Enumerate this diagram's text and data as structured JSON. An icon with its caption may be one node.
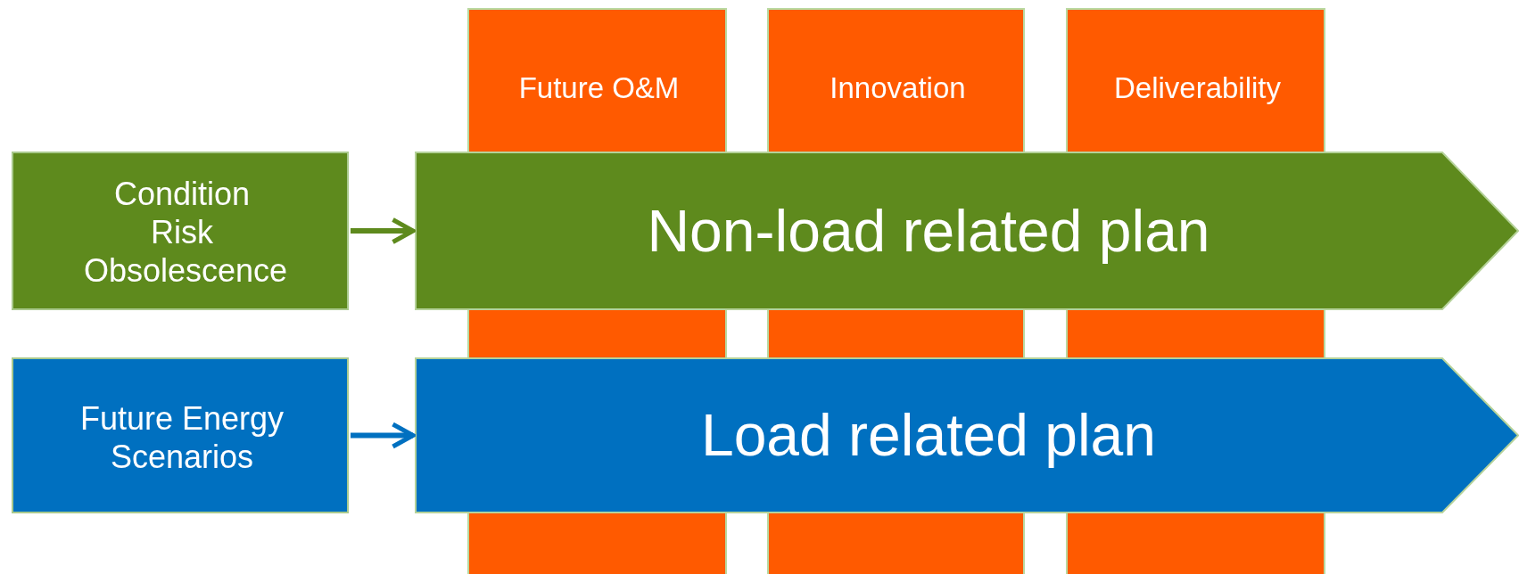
{
  "diagram": {
    "nodes": [
      {
        "text": [
          "Future O&M"
        ]
      },
      {
        "text": [
          "Innovation"
        ]
      },
      {
        "text": [
          "Deliverability"
        ]
      },
      {
        "text": [
          "Condition Risk Obsolescence"
        ]
      },
      {
        "text": [
          "Non-load related plan"
        ]
      },
      {
        "text": [
          "Future Energy Scenarios"
        ]
      },
      {
        "text": [
          "Load related plan"
        ]
      },
      {
        "text": [],
        "shape": "bar"
      },
      {
        "text": [],
        "shape": "bar"
      },
      {
        "text": [],
        "shape": "bar"
      },
      {
        "text": [],
        "shape": "bar"
      },
      {
        "text": [],
        "shape": "bar"
      },
      {
        "text": [],
        "shape": "bar"
      }
    ],
    "edges": [
      {
        "from": 3,
        "to": 4,
        "arrow": "to",
        "color": "#5e8a1d"
      },
      {
        "from": 5,
        "to": 6,
        "arrow": "to",
        "color": "#0070c0"
      }
    ]
  }
}
